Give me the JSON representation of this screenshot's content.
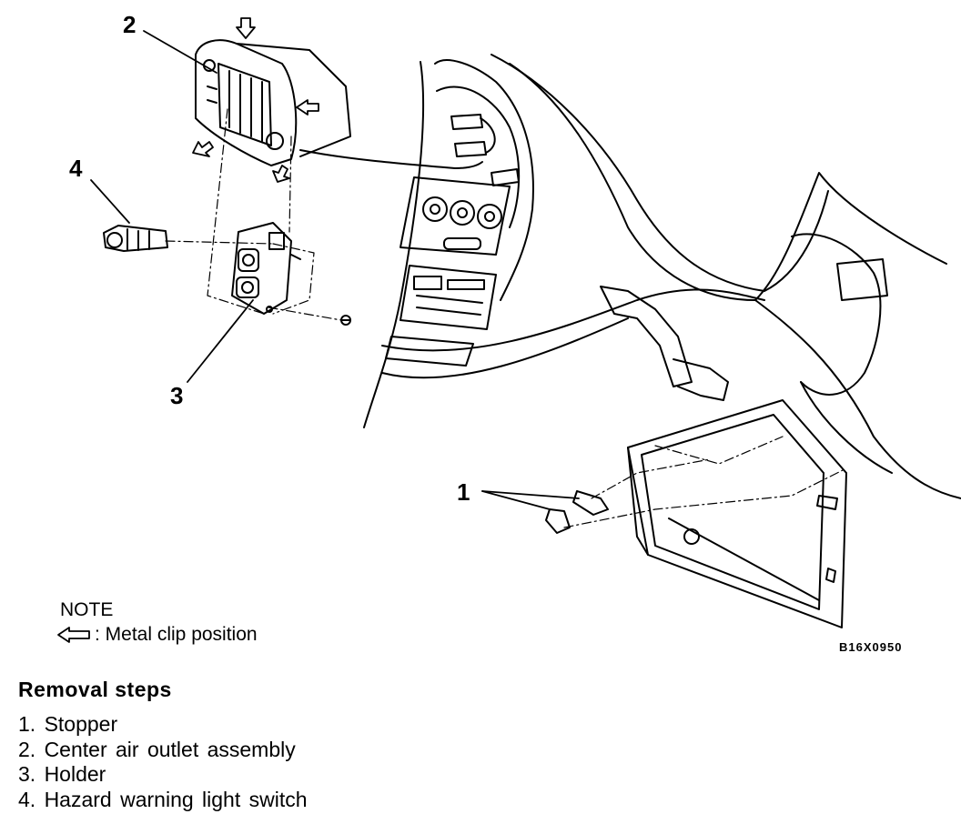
{
  "callouts": [
    "1",
    "2",
    "3",
    "4"
  ],
  "note": {
    "title": "NOTE",
    "legend_text": ": Metal clip position",
    "legend_icon": "hollow-arrow-left-icon"
  },
  "figure_code": "B16X0950",
  "removal": {
    "title": "Removal steps",
    "steps": [
      "1. Stopper",
      "2. Center air outlet assembly",
      "3. Holder",
      "4. Hazard warning light switch"
    ]
  }
}
